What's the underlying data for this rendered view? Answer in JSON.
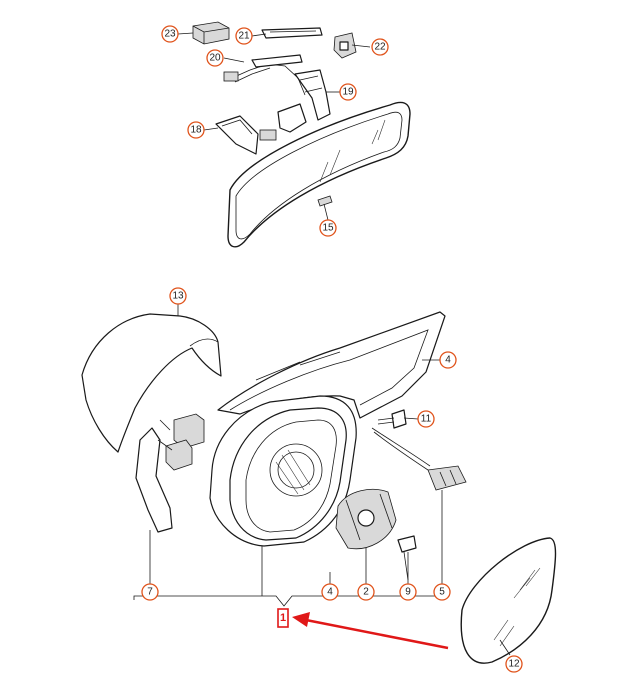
{
  "diagram": {
    "callouts": {
      "c23": "23",
      "c21": "21",
      "c22": "22",
      "c20": "20",
      "c19": "19",
      "c18": "18",
      "c15": "15",
      "c13": "13",
      "c4a": "4",
      "c11": "11",
      "c7": "7",
      "c4b": "4",
      "c2": "2",
      "c9": "9",
      "c5": "5",
      "c12": "12"
    },
    "highlight_label": "1",
    "colors": {
      "callout_ring": "#e0531b",
      "highlight": "#e01818",
      "line": "#1a1a1a"
    }
  }
}
